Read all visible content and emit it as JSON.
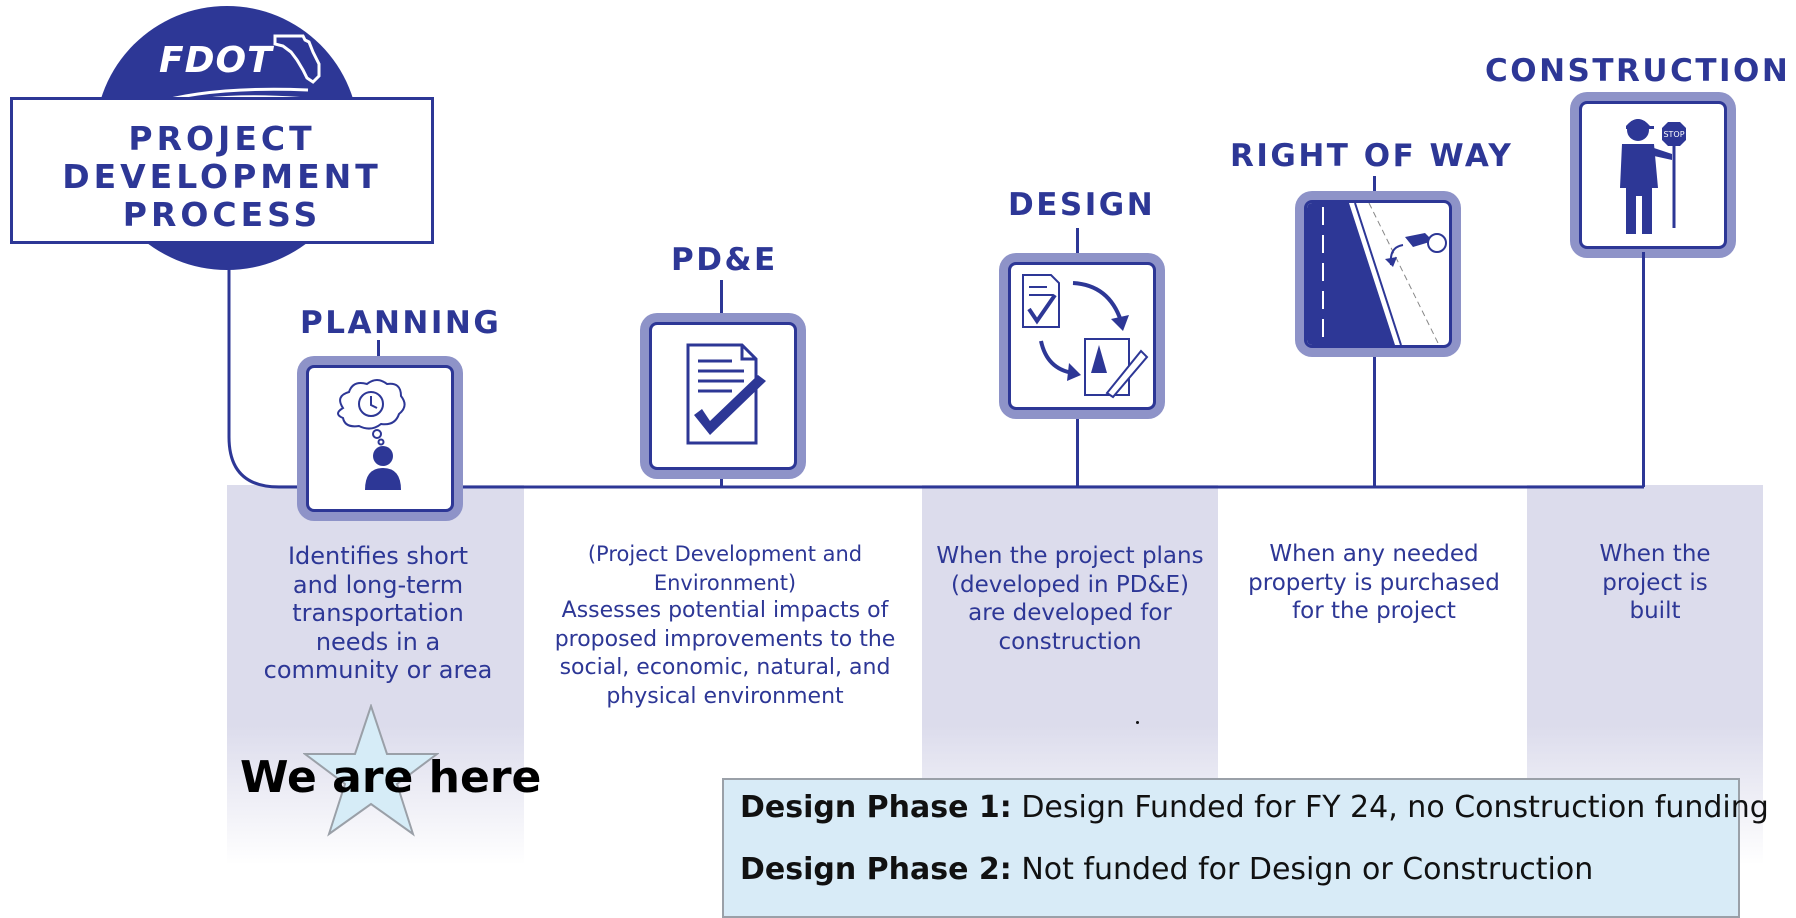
{
  "logo": {
    "text": "FDOT"
  },
  "title": {
    "lines": [
      "PROJECT",
      "DEVELOPMENT",
      "PROCESS"
    ]
  },
  "phases": [
    {
      "title": "PLANNING",
      "icon": "thought-person-icon",
      "description": [
        "Identifies short",
        "and long-term",
        "transportation",
        "needs in a",
        "community or area"
      ]
    },
    {
      "title": "PD&E",
      "icon": "checklist-document-icon",
      "subtitle": [
        "(Project Development and",
        "Environment)"
      ],
      "description": [
        "Assesses potential impacts of",
        "proposed improvements to the",
        "social, economic, natural, and",
        "physical environment"
      ]
    },
    {
      "title": "DESIGN",
      "icon": "plans-to-design-icon",
      "description": [
        "When the project plans",
        "(developed in PD&E)",
        "are developed for",
        "construction"
      ]
    },
    {
      "title": "RIGHT OF WAY",
      "icon": "road-property-purchase-icon",
      "description": [
        "When any needed",
        "property is purchased",
        "for the project"
      ]
    },
    {
      "title": "CONSTRUCTION",
      "icon": "flagger-worker-icon",
      "description": [
        "When the",
        "project is",
        "built"
      ]
    }
  ],
  "marker": {
    "text": "We are here",
    "icon": "star-icon"
  },
  "legend": [
    {
      "label": "Design Phase 1:",
      "text": " Design Funded for FY 24, no Construction funding"
    },
    {
      "label": "Design Phase 2:",
      "text": " Not funded for Design or Construction"
    }
  ],
  "colors": {
    "primary": "#2d3796",
    "accent": "#8e93c8",
    "column": "#dcdcec",
    "legend_bg": "#d8ebf7",
    "star": "#d6ecf7"
  }
}
